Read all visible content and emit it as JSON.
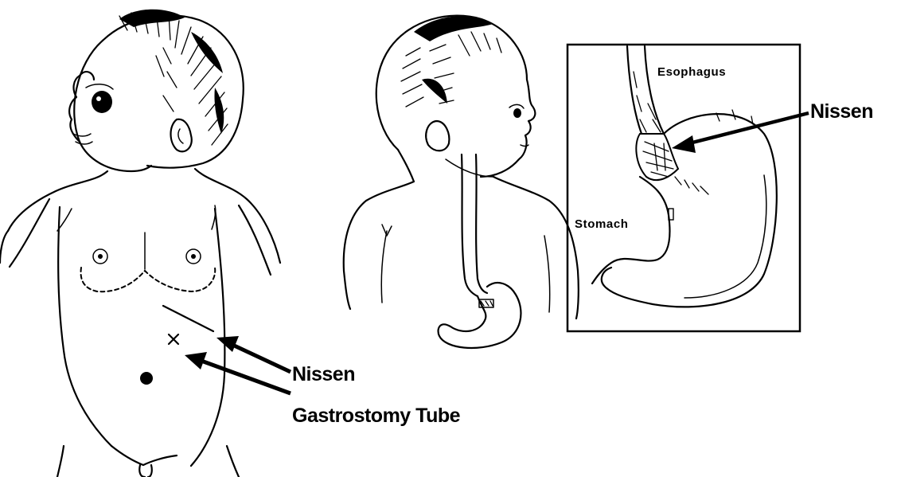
{
  "labels": {
    "nissen_inset": "Nissen",
    "esophagus": "Esophagus",
    "stomach": "Stomach",
    "nissen_body": "Nissen",
    "gastrostomy_tube": "Gastrostomy Tube"
  }
}
